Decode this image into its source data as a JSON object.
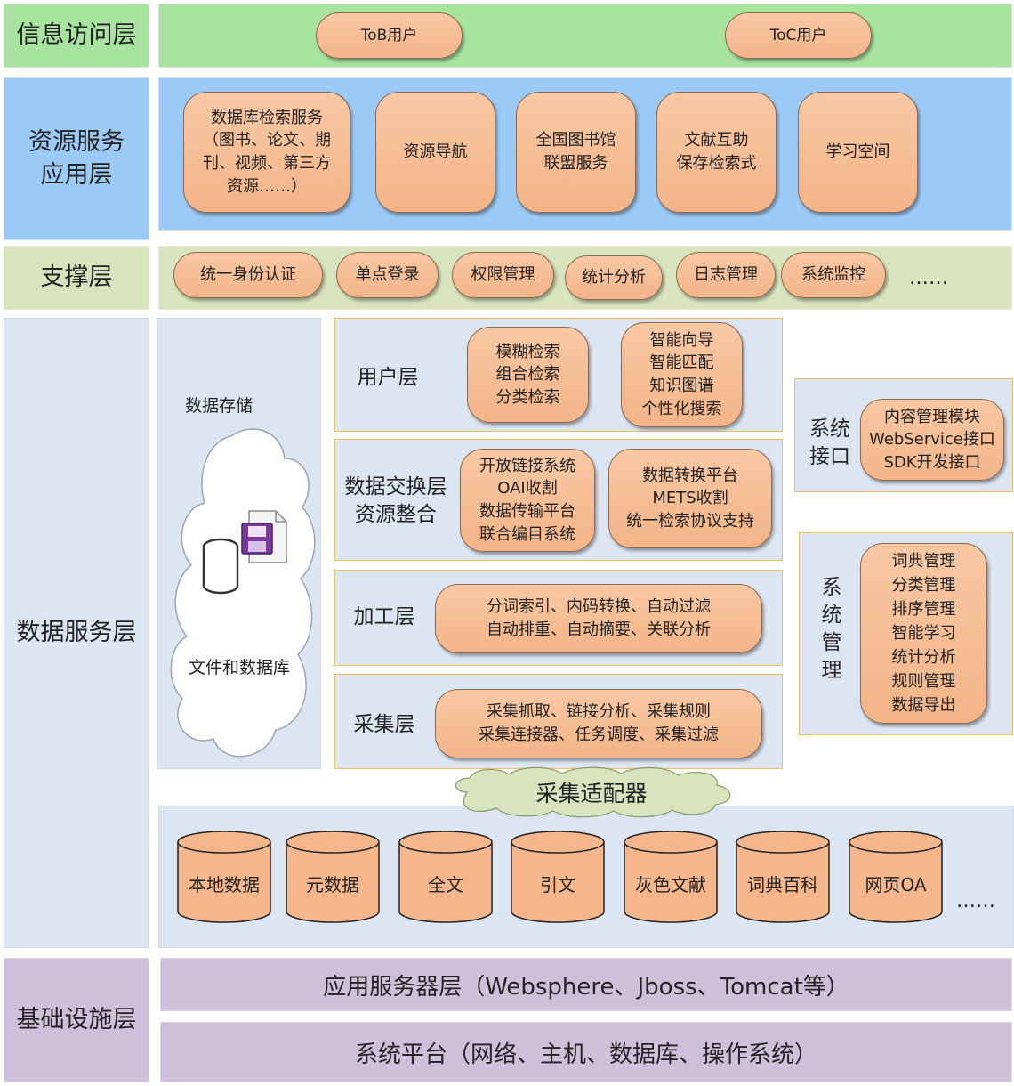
{
  "layers": {
    "access": {
      "label": "信息访问层",
      "items": [
        "ToB用户",
        "ToC用户"
      ]
    },
    "app": {
      "label": "资源服务\n应用层",
      "items": [
        "数据库检索服务\n（图书、论文、期\n刊、视频、第三方\n资源……）",
        "资源导航",
        "全国图书馆\n联盟服务",
        "文献互助\n保存检索式",
        "学习空间"
      ]
    },
    "support": {
      "label": "支撑层",
      "items": [
        "统一身份认证",
        "单点登录",
        "权限管理",
        "统计分析",
        "日志管理",
        "系统监控"
      ],
      "more": "……"
    },
    "data": {
      "label": "数据服务层",
      "storage": {
        "title": "数据存储",
        "caption": "文件和数据库"
      },
      "user": {
        "label": "用户层",
        "box1": "模糊检索\n组合检索\n分类检索",
        "box2": "智能向导\n智能匹配\n知识图谱\n个性化搜索"
      },
      "exchange": {
        "label": "数据交换层\n资源整合",
        "box1": "开放链接系统\nOAI收割\n数据传输平台\n联合编目系统",
        "box2": "数据转换平台\nMETS收割\n统一检索协议支持"
      },
      "process": {
        "label": "加工层",
        "box": "分词索引、内码转换、自动过滤\n自动排重、自动摘要、关联分析"
      },
      "collect": {
        "label": "采集层",
        "box": "采集抓取、链接分析、采集规则\n采集连接器、任务调度、采集过滤"
      },
      "interface": {
        "label": "系统\n接口",
        "box": "内容管理模块\nWebService接口\nSDK开发接口"
      },
      "mgmt": {
        "label": "系\n统\n管\n理",
        "box": "词典管理\n分类管理\n排序管理\n智能学习\n统计分析\n规则管理\n数据导出"
      },
      "adapter": "采集适配器",
      "sources": [
        "本地数据",
        "元数据",
        "全文",
        "引文",
        "灰色文献",
        "词典百科",
        "网页OA"
      ],
      "sources_more": "……"
    },
    "infra": {
      "label": "基础设施层",
      "app_server": "应用服务器层（Websphere、Jboss、Tomcat等）",
      "platform": "系统平台（网络、主机、数据库、操作系统）"
    }
  },
  "colors": {
    "access": "#a8e4a0",
    "app": "#9ccaf6",
    "support": "#d8e4bd",
    "data": "#dce6f2",
    "infra": "#ccc0da",
    "pill": "#f6be96",
    "panel_border": "#f0c060",
    "adapter": "#d8e4bd"
  }
}
